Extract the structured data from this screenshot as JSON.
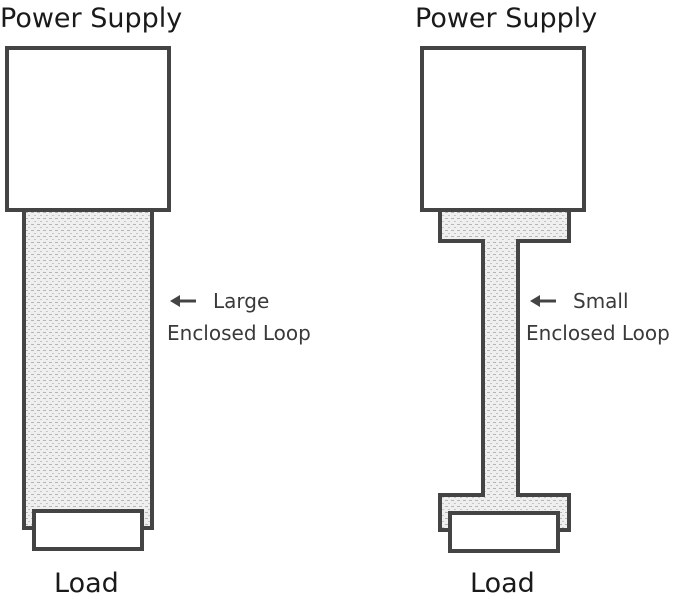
{
  "left_panel": {
    "title": "Power Supply",
    "load": "Load",
    "annotation_line1": "Large",
    "annotation_line2": "Enclosed Loop"
  },
  "right_panel": {
    "title": "Power Supply",
    "load": "Load",
    "annotation_line1": "Small",
    "annotation_line2": "Enclosed Loop"
  },
  "colors": {
    "outline": "#444444",
    "fill_pattern": "#dcdcdc",
    "text": "#1a1a1a"
  }
}
